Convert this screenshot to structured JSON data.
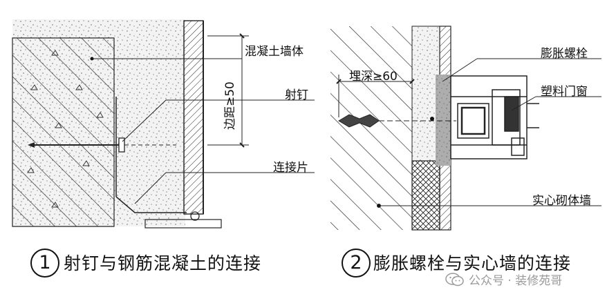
{
  "figure1": {
    "number": "1",
    "caption": "射钉与钢筋混凝土的连接",
    "labels": {
      "concrete_wall": "混凝土墙体",
      "edge_distance": "边距≥50",
      "nail": "射钉",
      "connector": "连接片"
    }
  },
  "figure2": {
    "number": "2",
    "caption": "膨胀螺栓与实心墙的连接",
    "labels": {
      "embed_depth": "埋深≥60",
      "expansion_bolt": "膨胀螺栓",
      "plastic_window": "塑料门窗",
      "solid_wall": "实心砌体墙"
    }
  },
  "watermark": {
    "text": "公众号 · 装修苑哥"
  },
  "colors": {
    "ink": "#111111",
    "watermark": "#9a9a9a"
  }
}
